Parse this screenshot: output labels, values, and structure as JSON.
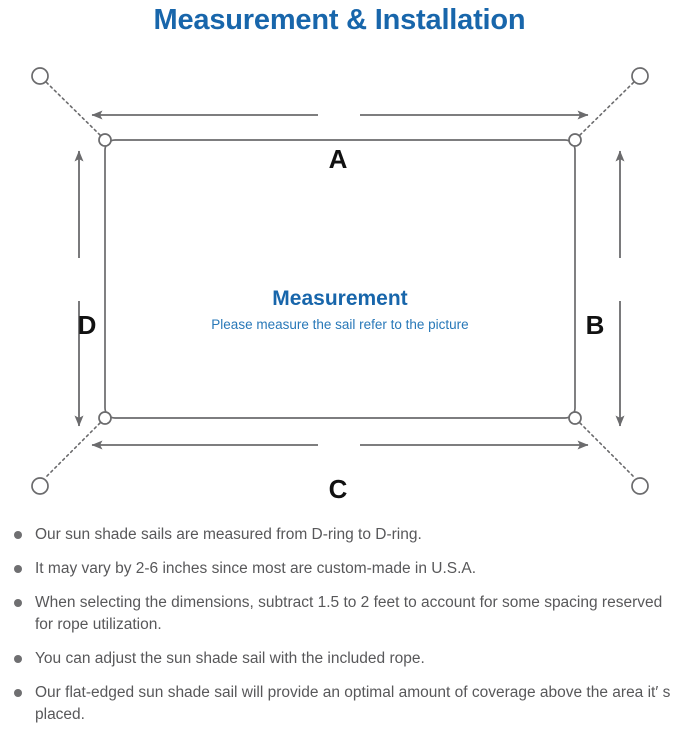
{
  "header": {
    "title": "Measurement & Installation",
    "title_color": "#1866ab"
  },
  "diagram": {
    "center_title": "Measurement",
    "center_subtitle": "Please measure the sail refer to the picture",
    "center_title_color": "#1866ab",
    "center_subtitle_color": "#2878b8",
    "line_color": "#6b6b6d",
    "dimension_labels": {
      "top": "A",
      "right": "B",
      "bottom": "C",
      "left": "D"
    },
    "corner_rings": [
      {
        "name": "d-ring-top-left"
      },
      {
        "name": "d-ring-top-right"
      },
      {
        "name": "d-ring-bottom-right"
      },
      {
        "name": "d-ring-bottom-left"
      }
    ],
    "anchor_points": [
      {
        "name": "anchor-top-left"
      },
      {
        "name": "anchor-top-right"
      },
      {
        "name": "anchor-bottom-right"
      },
      {
        "name": "anchor-bottom-left"
      }
    ]
  },
  "notes": {
    "bullet_color": "#6f6f71",
    "text_color": "#58585a",
    "items": [
      "Our sun shade sails are measured from D-ring to D-ring.",
      "It may vary by 2-6 inches since most are custom-made in U.S.A.",
      "When selecting the dimensions, subtract 1.5 to 2 feet to account for some spacing reserved for rope utilization.",
      "You can adjust the sun shade sail with the included rope.",
      "Our flat-edged sun shade sail will provide an optimal amount of coverage above the area it′ s placed."
    ]
  }
}
